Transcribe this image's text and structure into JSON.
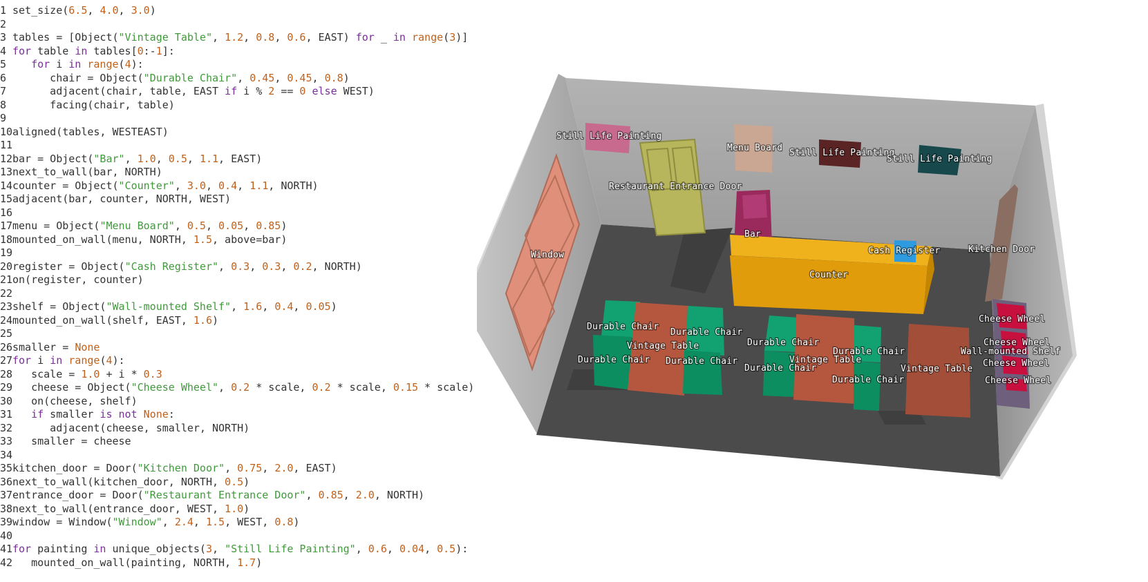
{
  "code": {
    "lines": [
      [
        [
          "pl",
          "set_size("
        ],
        [
          "num",
          "6.5"
        ],
        [
          "pl",
          ", "
        ],
        [
          "num",
          "4.0"
        ],
        [
          "pl",
          ", "
        ],
        [
          "num",
          "3.0"
        ],
        [
          "pl",
          ")"
        ]
      ],
      [],
      [
        [
          "pl",
          "tables = [Object("
        ],
        [
          "str",
          "\"Vintage Table\""
        ],
        [
          "pl",
          ", "
        ],
        [
          "num",
          "1.2"
        ],
        [
          "pl",
          ", "
        ],
        [
          "num",
          "0.8"
        ],
        [
          "pl",
          ", "
        ],
        [
          "num",
          "0.6"
        ],
        [
          "pl",
          ", EAST) "
        ],
        [
          "kw",
          "for"
        ],
        [
          "pl",
          " _ "
        ],
        [
          "kw",
          "in"
        ],
        [
          "pl",
          " "
        ],
        [
          "num",
          "range"
        ],
        [
          "pl",
          "("
        ],
        [
          "num",
          "3"
        ],
        [
          "pl",
          ")]"
        ]
      ],
      [
        [
          "kw",
          "for"
        ],
        [
          "pl",
          " table "
        ],
        [
          "kw",
          "in"
        ],
        [
          "pl",
          " tables["
        ],
        [
          "num",
          "0"
        ],
        [
          "pl",
          ":-"
        ],
        [
          "num",
          "1"
        ],
        [
          "pl",
          "]:"
        ]
      ],
      [
        [
          "pl",
          "   "
        ],
        [
          "kw",
          "for"
        ],
        [
          "pl",
          " i "
        ],
        [
          "kw",
          "in"
        ],
        [
          "pl",
          " "
        ],
        [
          "num",
          "range"
        ],
        [
          "pl",
          "("
        ],
        [
          "num",
          "4"
        ],
        [
          "pl",
          "):"
        ]
      ],
      [
        [
          "pl",
          "      chair = Object("
        ],
        [
          "str",
          "\"Durable Chair\""
        ],
        [
          "pl",
          ", "
        ],
        [
          "num",
          "0.45"
        ],
        [
          "pl",
          ", "
        ],
        [
          "num",
          "0.45"
        ],
        [
          "pl",
          ", "
        ],
        [
          "num",
          "0.8"
        ],
        [
          "pl",
          ")"
        ]
      ],
      [
        [
          "pl",
          "      adjacent(chair, table, EAST "
        ],
        [
          "kw",
          "if"
        ],
        [
          "pl",
          " i % "
        ],
        [
          "num",
          "2"
        ],
        [
          "pl",
          " == "
        ],
        [
          "num",
          "0"
        ],
        [
          "pl",
          " "
        ],
        [
          "kw",
          "else"
        ],
        [
          "pl",
          " WEST)"
        ]
      ],
      [
        [
          "pl",
          "      facing(chair, table)"
        ]
      ],
      [],
      [
        [
          "pl",
          "aligned(tables, WESTEAST)"
        ]
      ],
      [],
      [
        [
          "pl",
          "bar = Object("
        ],
        [
          "str",
          "\"Bar\""
        ],
        [
          "pl",
          ", "
        ],
        [
          "num",
          "1.0"
        ],
        [
          "pl",
          ", "
        ],
        [
          "num",
          "0.5"
        ],
        [
          "pl",
          ", "
        ],
        [
          "num",
          "1.1"
        ],
        [
          "pl",
          ", EAST)"
        ]
      ],
      [
        [
          "pl",
          "next_to_wall(bar, NORTH)"
        ]
      ],
      [
        [
          "pl",
          "counter = Object("
        ],
        [
          "str",
          "\"Counter\""
        ],
        [
          "pl",
          ", "
        ],
        [
          "num",
          "3.0"
        ],
        [
          "pl",
          ", "
        ],
        [
          "num",
          "0.4"
        ],
        [
          "pl",
          ", "
        ],
        [
          "num",
          "1.1"
        ],
        [
          "pl",
          ", NORTH)"
        ]
      ],
      [
        [
          "pl",
          "adjacent(bar, counter, NORTH, WEST)"
        ]
      ],
      [],
      [
        [
          "pl",
          "menu = Object("
        ],
        [
          "str",
          "\"Menu Board\""
        ],
        [
          "pl",
          ", "
        ],
        [
          "num",
          "0.5"
        ],
        [
          "pl",
          ", "
        ],
        [
          "num",
          "0.05"
        ],
        [
          "pl",
          ", "
        ],
        [
          "num",
          "0.85"
        ],
        [
          "pl",
          ")"
        ]
      ],
      [
        [
          "pl",
          "mounted_on_wall(menu, NORTH, "
        ],
        [
          "num",
          "1.5"
        ],
        [
          "pl",
          ", above=bar)"
        ]
      ],
      [],
      [
        [
          "pl",
          "register = Object("
        ],
        [
          "str",
          "\"Cash Register\""
        ],
        [
          "pl",
          ", "
        ],
        [
          "num",
          "0.3"
        ],
        [
          "pl",
          ", "
        ],
        [
          "num",
          "0.3"
        ],
        [
          "pl",
          ", "
        ],
        [
          "num",
          "0.2"
        ],
        [
          "pl",
          ", NORTH)"
        ]
      ],
      [
        [
          "pl",
          "on(register, counter)"
        ]
      ],
      [],
      [
        [
          "pl",
          "shelf = Object("
        ],
        [
          "str",
          "\"Wall-mounted Shelf\""
        ],
        [
          "pl",
          ", "
        ],
        [
          "num",
          "1.6"
        ],
        [
          "pl",
          ", "
        ],
        [
          "num",
          "0.4"
        ],
        [
          "pl",
          ", "
        ],
        [
          "num",
          "0.05"
        ],
        [
          "pl",
          ")"
        ]
      ],
      [
        [
          "pl",
          "mounted_on_wall(shelf, EAST, "
        ],
        [
          "num",
          "1.6"
        ],
        [
          "pl",
          ")"
        ]
      ],
      [],
      [
        [
          "pl",
          "smaller = "
        ],
        [
          "none",
          "None"
        ]
      ],
      [
        [
          "kw",
          "for"
        ],
        [
          "pl",
          " i "
        ],
        [
          "kw",
          "in"
        ],
        [
          "pl",
          " "
        ],
        [
          "num",
          "range"
        ],
        [
          "pl",
          "("
        ],
        [
          "num",
          "4"
        ],
        [
          "pl",
          "):"
        ]
      ],
      [
        [
          "pl",
          "   scale = "
        ],
        [
          "num",
          "1.0"
        ],
        [
          "pl",
          " + i * "
        ],
        [
          "num",
          "0.3"
        ]
      ],
      [
        [
          "pl",
          "   cheese = Object("
        ],
        [
          "str",
          "\"Cheese Wheel\""
        ],
        [
          "pl",
          ", "
        ],
        [
          "num",
          "0.2"
        ],
        [
          "pl",
          " * scale, "
        ],
        [
          "num",
          "0.2"
        ],
        [
          "pl",
          " * scale, "
        ],
        [
          "num",
          "0.15"
        ],
        [
          "pl",
          " * scale)"
        ]
      ],
      [
        [
          "pl",
          "   on(cheese, shelf)"
        ]
      ],
      [
        [
          "pl",
          "   "
        ],
        [
          "kw",
          "if"
        ],
        [
          "pl",
          " smaller "
        ],
        [
          "kw",
          "is not"
        ],
        [
          "pl",
          " "
        ],
        [
          "none",
          "None"
        ],
        [
          "pl",
          ":"
        ]
      ],
      [
        [
          "pl",
          "      adjacent(cheese, smaller, NORTH)"
        ]
      ],
      [
        [
          "pl",
          "   smaller = cheese"
        ]
      ],
      [],
      [
        [
          "pl",
          "kitchen_door = Door("
        ],
        [
          "str",
          "\"Kitchen Door\""
        ],
        [
          "pl",
          ", "
        ],
        [
          "num",
          "0.75"
        ],
        [
          "pl",
          ", "
        ],
        [
          "num",
          "2.0"
        ],
        [
          "pl",
          ", EAST)"
        ]
      ],
      [
        [
          "pl",
          "next_to_wall(kitchen_door, NORTH, "
        ],
        [
          "num",
          "0.5"
        ],
        [
          "pl",
          ")"
        ]
      ],
      [
        [
          "pl",
          "entrance_door = Door("
        ],
        [
          "str",
          "\"Restaurant Entrance Door\""
        ],
        [
          "pl",
          ", "
        ],
        [
          "num",
          "0.85"
        ],
        [
          "pl",
          ", "
        ],
        [
          "num",
          "2.0"
        ],
        [
          "pl",
          ", NORTH)"
        ]
      ],
      [
        [
          "pl",
          "next_to_wall(entrance_door, WEST, "
        ],
        [
          "num",
          "1.0"
        ],
        [
          "pl",
          ")"
        ]
      ],
      [
        [
          "pl",
          "window = Window("
        ],
        [
          "str",
          "\"Window\""
        ],
        [
          "pl",
          ", "
        ],
        [
          "num",
          "2.4"
        ],
        [
          "pl",
          ", "
        ],
        [
          "num",
          "1.5"
        ],
        [
          "pl",
          ", WEST, "
        ],
        [
          "num",
          "0.8"
        ],
        [
          "pl",
          ")"
        ]
      ],
      [],
      [
        [
          "kw",
          "for"
        ],
        [
          "pl",
          " painting "
        ],
        [
          "kw",
          "in"
        ],
        [
          "pl",
          " unique_objects("
        ],
        [
          "num",
          "3"
        ],
        [
          "pl",
          ", "
        ],
        [
          "str",
          "\"Still Life Painting\""
        ],
        [
          "pl",
          ", "
        ],
        [
          "num",
          "0.6"
        ],
        [
          "pl",
          ", "
        ],
        [
          "num",
          "0.04"
        ],
        [
          "pl",
          ", "
        ],
        [
          "num",
          "0.5"
        ],
        [
          "pl",
          "):"
        ]
      ],
      [
        [
          "pl",
          "   mounted_on_wall(painting, NORTH, "
        ],
        [
          "num",
          "1.7"
        ],
        [
          "pl",
          ")"
        ]
      ]
    ]
  },
  "scene": {
    "labels": {
      "painting_1": "Still Life Painting",
      "menu_board": "Menu Board",
      "painting_2": "Still Life Painting",
      "painting_3": "Still Life Painting",
      "entrance_door": "Restaurant Entrance Door",
      "window": "Window",
      "bar": "Bar",
      "cash_register": "Cash Register",
      "kitchen_door": "Kitchen Door",
      "counter": "Counter",
      "chair_1": "Durable Chair",
      "chair_2": "Durable Chair",
      "chair_3": "Durable Chair",
      "chair_4": "Durable Chair",
      "chair_5": "Durable Chair",
      "chair_6": "Durable Chair",
      "chair_7": "Durable Chair",
      "chair_8": "Durable Chair",
      "table_1": "Vintage Table",
      "table_2": "Vintage Table",
      "table_3": "Vintage Table",
      "cheese_1": "Cheese Wheel",
      "cheese_2": "Cheese Wheel",
      "cheese_3": "Cheese Wheel",
      "cheese_4": "Cheese Wheel",
      "shelf": "Wall-mounted Shelf"
    },
    "colors": {
      "floor": "#4a4a4a",
      "wall": "#a6a6a6",
      "counter": "#e6a30c",
      "chair": "#0f9466",
      "table": "#b5573f",
      "cheese": "#c8103f",
      "window": "#e08a72",
      "entrance_door": "#b9b85c",
      "bar": "#9a2a5c",
      "register": "#2e9be0"
    }
  }
}
